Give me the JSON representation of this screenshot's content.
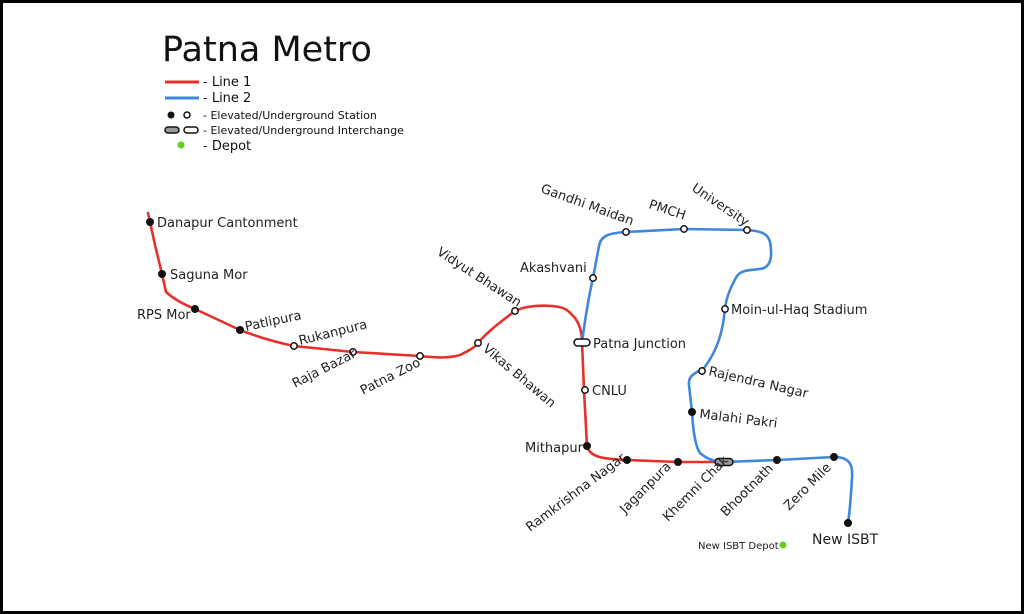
{
  "title": "Patna Metro",
  "colors": {
    "line1": "#e8302a",
    "line2": "#3f86dd",
    "depot": "#66cc22",
    "station_fill": "#111111",
    "interchange_fill": "#9a9a9a"
  },
  "legend": {
    "line1": "- Line 1",
    "line2": "- Line 2",
    "station": "- Elevated/Underground Station",
    "interchange": "- Elevated/Underground Interchange",
    "depot": "- Depot"
  },
  "stations": {
    "danapur_cantonment": "Danapur Cantonment",
    "saguna_mor": "Saguna Mor",
    "rps_mor": "RPS Mor",
    "patlipura": "Patlipura",
    "rukanpura": "Rukanpura",
    "raja_bazar": "Raja Bazar",
    "patna_zoo": "Patna Zoo",
    "vikas_bhawan": "Vikas Bhawan",
    "vidyut_bhawan": "Vidyut Bhawan",
    "patna_junction": "Patna Junction",
    "cnlu": "CNLU",
    "mithapur": "Mithapur",
    "ramkrishna_nagar": "Ramkrishna Nagar",
    "jaganpura": "Jaganpura",
    "khemni_chak": "Khemni Chak",
    "bhootnath": "Bhootnath",
    "zero_mile": "Zero Mile",
    "new_isbt": "New ISBT",
    "akashvani": "Akashvani",
    "gandhi_maidan": "Gandhi Maidan",
    "pmch": "PMCH",
    "university": "University",
    "moin_ul_haq_stadium": "Moin-ul-Haq Stadium",
    "rajendra_nagar": "Rajendra Nagar",
    "malahi_pakri": "Malahi Pakri"
  },
  "depot": "New ISBT Depot"
}
